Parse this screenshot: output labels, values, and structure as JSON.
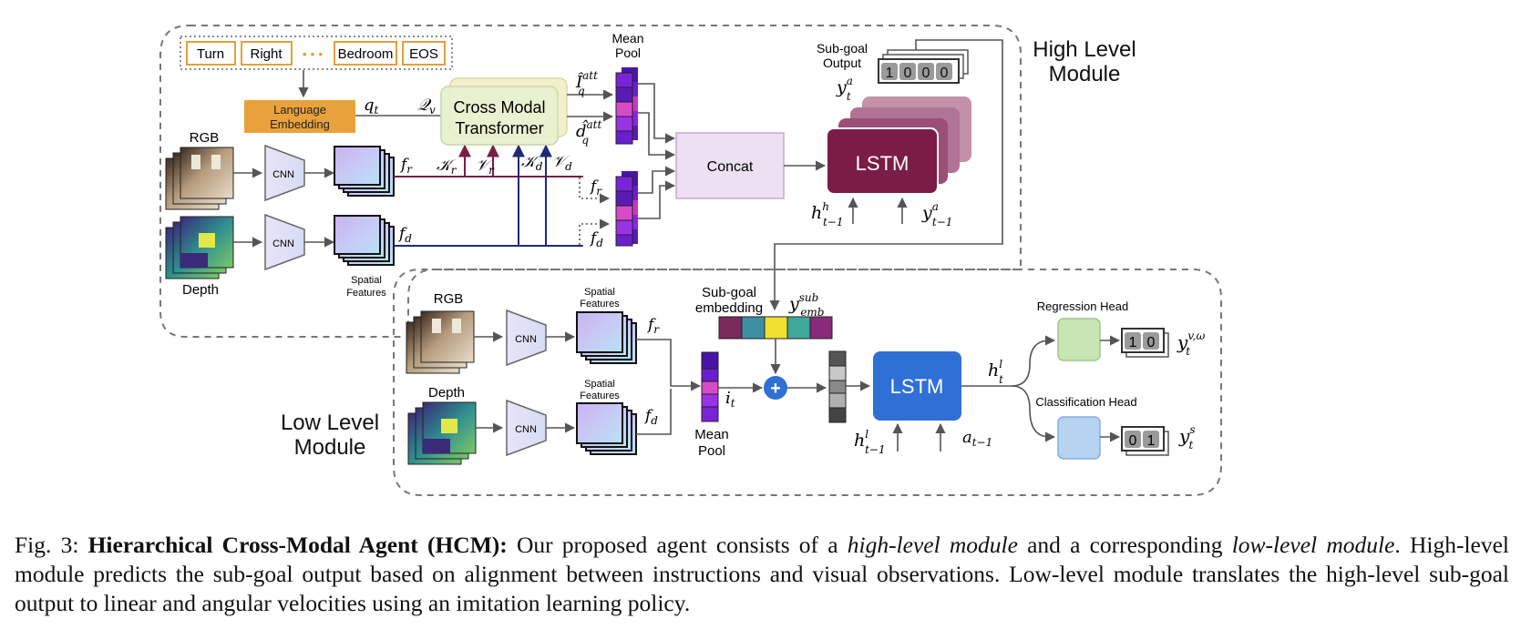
{
  "high_level": {
    "title_line1": "High Level",
    "title_line2": "Module",
    "tokens": [
      "Turn",
      "Right",
      "Bedroom",
      "EOS"
    ],
    "ellipsis": "• • •",
    "language_embedding_line1": "Language",
    "language_embedding_line2": "Embedding",
    "q_t": "q",
    "q_t_sub": "t",
    "Q_v": "𝒬",
    "Q_v_sub": "v",
    "rgb_label": "RGB",
    "depth_label": "Depth",
    "cnn_label": "CNN",
    "spatial_features_line1": "Spatial",
    "spatial_features_line2": "Features",
    "f_r": "f",
    "f_r_sub": "r",
    "f_d": "f",
    "f_d_sub": "d",
    "K_r": "𝒦",
    "K_r_sub": "r",
    "V_r": "𝒱",
    "V_r_sub": "r",
    "K_d": "𝒦",
    "K_d_sub": "d",
    "V_d": "𝒱",
    "V_d_sub": "d",
    "transformer_line1": "Cross Modal",
    "transformer_line2": "Transformer",
    "mean_pool_line1": "Mean",
    "mean_pool_line2": "Pool",
    "I_hat": "Î",
    "I_hat_sub": "q",
    "I_hat_sup": "att",
    "d_hat": "d̂",
    "d_hat_sub": "q",
    "d_hat_sup": "att",
    "concat_label": "Concat",
    "lstm_label": "LSTM",
    "subgoal_output_line1": "Sub-goal",
    "subgoal_output_line2": "Output",
    "subgoal_digits": [
      "1",
      "0",
      "0",
      "0"
    ],
    "y_a": "y",
    "y_a_sub": "t",
    "y_a_sup": "a",
    "h_h_prev": "h",
    "h_h_prev_sub": "t−1",
    "h_h_prev_sup": "h",
    "y_a_prev": "y",
    "y_a_prev_sub": "t−1",
    "y_a_prev_sup": "a"
  },
  "low_level": {
    "title_line1": "Low Level",
    "title_line2": "Module",
    "rgb_label": "RGB",
    "depth_label": "Depth",
    "cnn_label": "CNN",
    "spatial_features_line1": "Spatial",
    "spatial_features_line2": "Features",
    "f_r": "f",
    "f_r_sub": "r",
    "f_d": "f",
    "f_d_sub": "d",
    "mean_pool_line1": "Mean",
    "mean_pool_line2": "Pool",
    "i_t": "i",
    "i_t_sub": "t",
    "subgoal_embedding_line1": "Sub-goal",
    "subgoal_embedding_line2": "embedding",
    "y_emb": "y",
    "y_emb_sub": "emb",
    "y_emb_sup": "sub",
    "plus": "+",
    "lstm_label": "LSTM",
    "h_l": "h",
    "h_l_sub": "t",
    "h_l_sup": "l",
    "h_l_prev": "h",
    "h_l_prev_sub": "t−1",
    "h_l_prev_sup": "l",
    "a_prev": "a",
    "a_prev_sub": "t−1",
    "regression_head": "Regression Head",
    "classification_head": "Classification Head",
    "regression_digits": [
      "1",
      "0"
    ],
    "classification_digits": [
      "0",
      "1"
    ],
    "y_vw": "y",
    "y_vw_sub": "t",
    "y_vw_sup": "v,ω",
    "y_s": "y",
    "y_s_sub": "t",
    "y_s_sup": "s"
  },
  "caption": {
    "prefix": "Fig. 3: ",
    "bold": "Hierarchical Cross-Modal Agent (HCM):",
    "part1": " Our proposed agent consists of a ",
    "italic1": "high-level module",
    "part2": " and a corresponding ",
    "italic2": "low-level module",
    "part3": ". High-level module predicts the sub-goal output based on alignment between instructions and visual observations. Low-level module translates the high-level sub-goal output to linear and angular velocities using an imitation learning policy."
  },
  "colors": {
    "language_embedding": "#e9a23b",
    "token_border": "#e3a13a",
    "transformer_fill": "#e8f2d2",
    "concat_fill": "#ece0f2",
    "lstm_high": "#7b1c46",
    "lstm_low": "#2f6fd6",
    "regression_head": "#c8e6b4",
    "classification_head": "#b7d3f2",
    "key_value_rgb": "#7b1c46",
    "key_value_depth": "#1e2a78"
  }
}
